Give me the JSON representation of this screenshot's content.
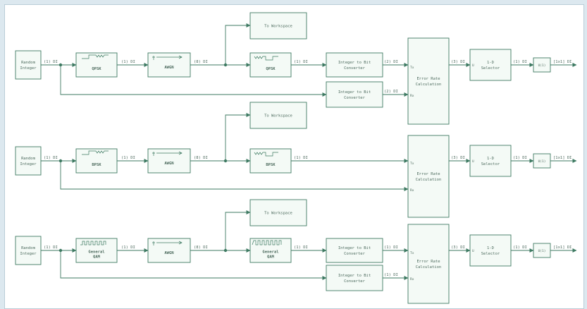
{
  "colors": {
    "stroke": "#3e7a62",
    "fill": "#f4faf6",
    "text": "#4d6b5e",
    "background": "#dce8ef"
  },
  "rows": [
    {
      "source": [
        "Random",
        "Integer"
      ],
      "src_label": "(1) DI",
      "modulator": "QPSK",
      "mod_out_label": "(1) DI",
      "channel": "AWGN",
      "channel_out_label": "(8) DI",
      "workspace": "To Workspace",
      "demodulator": "QPSK",
      "demod_out_label": "(1) DI",
      "int2bit_tx": [
        "Integer to Bit",
        "Converter"
      ],
      "int2bit_tx_out": "(2) DI",
      "int2bit_rx": [
        "Integer to Bit",
        "Converter"
      ],
      "int2bit_rx_out": "(2) DI",
      "error_rate": [
        "Error Rate",
        "Calculation"
      ],
      "tx_port": "Tx",
      "rx_port": "Rx",
      "err_out_label": "(3) DI",
      "selector": [
        "1-D",
        "Selector"
      ],
      "sel_out_label": "(1) DI",
      "display": "U(1)",
      "display_out_label": "[1x1] DI"
    },
    {
      "source": [
        "Random",
        "Integer"
      ],
      "src_label": "(1) DI",
      "modulator": "BPSK",
      "mod_out_label": "(1) DI",
      "channel": "AWGN",
      "channel_out_label": "(8) DI",
      "workspace": "To Workspace",
      "demodulator": "BPSK",
      "demod_out_label": "(1) DI",
      "error_rate": [
        "Error Rate",
        "Calculation"
      ],
      "tx_port": "Tx",
      "rx_port": "Rx",
      "err_out_label": "(3) DI",
      "selector": [
        "1-D",
        "Selector"
      ],
      "sel_out_label": "(1) DI",
      "display": "U(1)",
      "display_out_label": "[1x1] DI"
    },
    {
      "source": [
        "Random",
        "Integer"
      ],
      "src_label": "(1) DI",
      "modulator": [
        "General",
        "QAM"
      ],
      "mod_out_label": "(1) DI",
      "channel": "AWGN",
      "channel_out_label": "(8) DI",
      "workspace": "To Workspace",
      "demodulator": [
        "General",
        "QAM"
      ],
      "demod_out_label": "(1) DI",
      "int2bit_tx": [
        "Integer to Bit",
        "Converter"
      ],
      "int2bit_tx_out": "(1) DI",
      "int2bit_rx": [
        "Integer to Bit",
        "Converter"
      ],
      "int2bit_rx_out": "(1) DI",
      "error_rate": [
        "Error Rate",
        "Calculation"
      ],
      "tx_port": "Tx",
      "rx_port": "Rx",
      "err_out_label": "(3) DI",
      "selector": [
        "1-D",
        "Selector"
      ],
      "sel_out_label": "(1) DI",
      "display": "U(1)",
      "display_out_label": "[1x1] DI"
    }
  ]
}
